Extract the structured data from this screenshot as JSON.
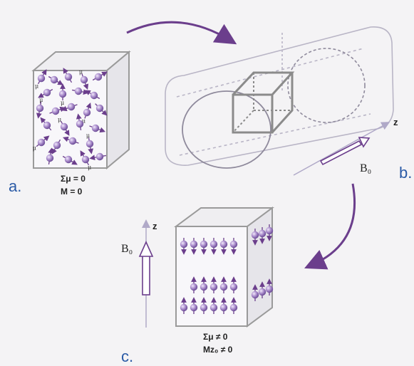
{
  "labels": {
    "a": "a.",
    "b": "b.",
    "c": "c."
  },
  "equations": {
    "a_sum": "Σμ = 0",
    "a_m": "M = 0",
    "c_sum": "Σμ ≠ 0",
    "c_m": "Mz₀ ≠ 0"
  },
  "axes": {
    "z": "z",
    "b0": "B₀",
    "mu": "μ"
  },
  "colors": {
    "spin_ball": "#9d7fc0",
    "arrow": "#6b3e8c",
    "box": "#9a9a9a",
    "label_blue": "#2a5aa6"
  }
}
